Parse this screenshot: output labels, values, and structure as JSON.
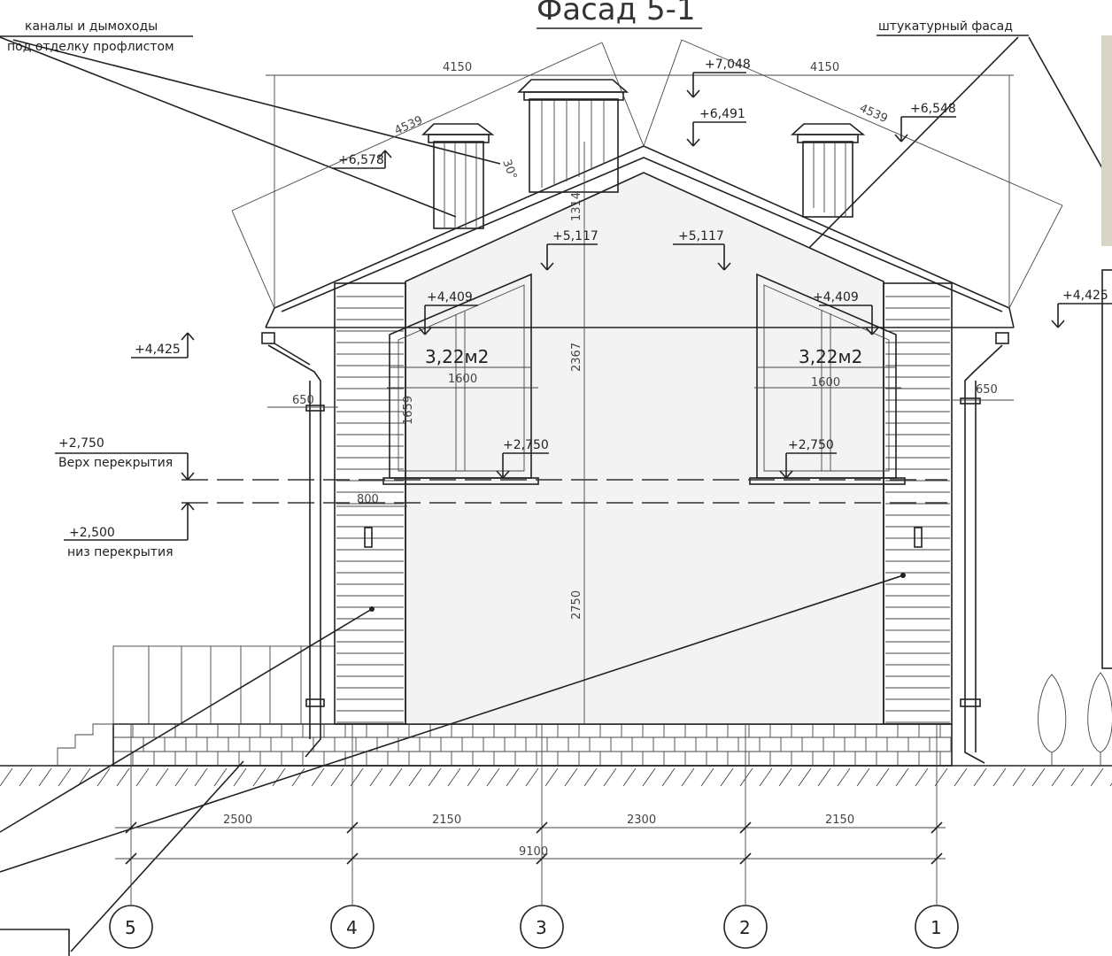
{
  "title": "Фасад 5-1",
  "notes": {
    "chimneys": "каналы и дымоходы",
    "chimneys_finish": "под отделку профлистом",
    "stucco": "штукатурный фасад"
  },
  "elevations": {
    "ridge_top": "+7,048",
    "ridge": "+6,491",
    "chimney_left": "+6,578",
    "chimney_right": "+6,548",
    "window_top_left": "+5,117",
    "window_top_right": "+5,117",
    "window_corner_left": "+4,409",
    "window_corner_right": "+4,409",
    "eave_left": "+4,425",
    "eave_right": "+4,425",
    "sill_left": "+2,750",
    "sill_right": "+2,750",
    "slab_top": "+2,750",
    "slab_top_label": "Верх перекрытия",
    "slab_bottom": "+2,500",
    "slab_bottom_label": "низ перекрытия"
  },
  "dimensions": {
    "top_left": "4150",
    "top_right": "4150",
    "slope_left": "4539",
    "slope_right": "4539",
    "angle": "30°",
    "chimney_height": "1314",
    "gable_height": "2367",
    "wall_height": "2750",
    "overhang_left": "650",
    "overhang_right": "650",
    "window_width_left": "1600",
    "window_width_right": "1600",
    "window_height": "1659",
    "siding_width": "800",
    "bays": [
      "2500",
      "2150",
      "2300",
      "2150"
    ],
    "total": "9100"
  },
  "windows": [
    {
      "area": "3,22м2"
    },
    {
      "area": "3,22м2"
    }
  ],
  "axes": [
    "5",
    "4",
    "3",
    "2",
    "1"
  ]
}
